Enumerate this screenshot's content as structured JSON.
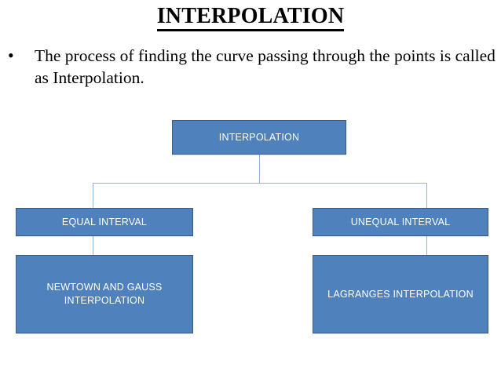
{
  "slide": {
    "title": "INTERPOLATION",
    "bullet_marker": "•",
    "bullet_text": "The process of finding the curve passing through the points is called as Interpolation."
  },
  "colors": {
    "node_fill": "#4f81bd",
    "node_border": "#385d8a",
    "connector": "#95b3d7",
    "node_text": "#ffffff",
    "body_text": "#000000",
    "background": "#ffffff"
  },
  "diagram": {
    "type": "tree",
    "root": {
      "label": "INTERPOLATION"
    },
    "branches": [
      {
        "label": "EQUAL INTERVAL",
        "child": {
          "label": "NEWTOWN AND GAUSS INTERPOLATION"
        }
      },
      {
        "label": "UNEQUAL INTERVAL",
        "child": {
          "label": "LAGRANGES INTERPOLATION"
        }
      }
    ]
  }
}
